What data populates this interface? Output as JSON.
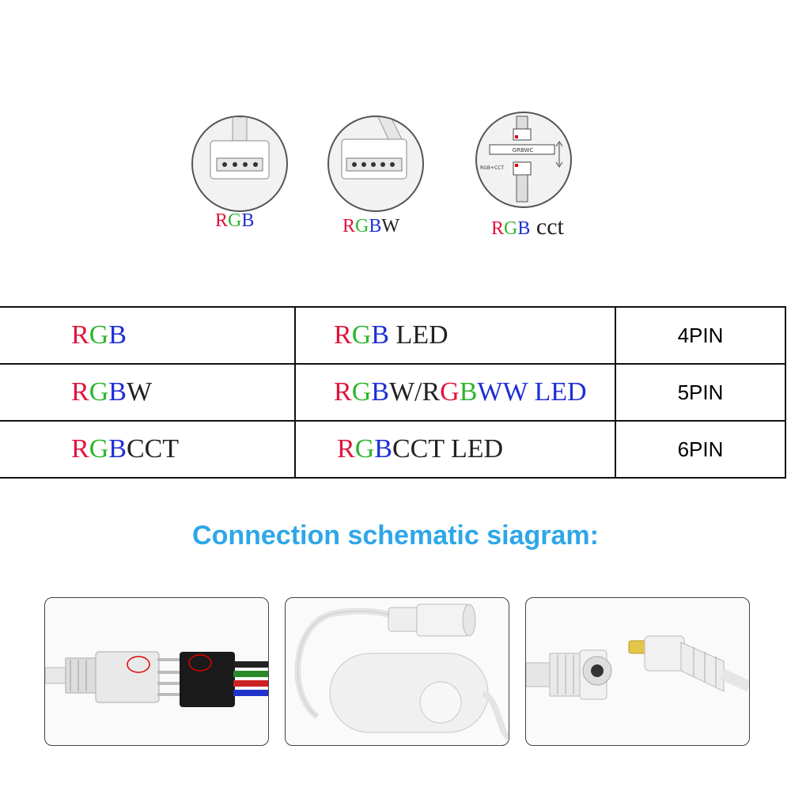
{
  "connectors": [
    {
      "label_parts": [
        "R",
        "G",
        "B"
      ]
    },
    {
      "label_parts": [
        "R",
        "G",
        "B",
        "W"
      ]
    },
    {
      "label_parts": [
        "R",
        "G",
        "B",
        " cct"
      ],
      "inner_text": "GRBWC",
      "side_text": "RGB+CCT"
    }
  ],
  "table": {
    "rows": [
      {
        "col1": [
          "R",
          "G",
          "B"
        ],
        "col2": [
          "R",
          "G",
          "B",
          " LED"
        ],
        "pins": "4PIN"
      },
      {
        "col1": [
          "R",
          "G",
          "B",
          "W"
        ],
        "col2": [
          "R",
          "G",
          "B",
          "W/",
          "R",
          "G",
          "B",
          "WW LED"
        ],
        "pins": "5PIN"
      },
      {
        "col1": [
          "R",
          "G",
          "B",
          "CCT"
        ],
        "col2": [
          "R",
          "G",
          "B",
          "CCT LED"
        ],
        "pins": "6PIN"
      }
    ]
  },
  "heading": "Connection schematic siagram:",
  "colors": {
    "red": "#e0143c",
    "green": "#2fb52f",
    "blue": "#1e2fd6",
    "heading": "#2ea7e8"
  }
}
